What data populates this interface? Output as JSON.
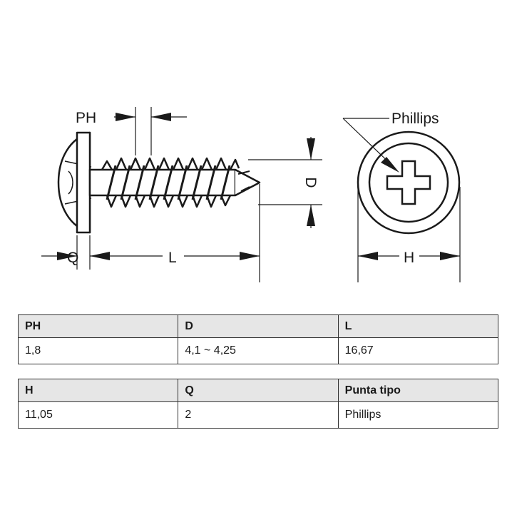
{
  "drawing": {
    "labels": {
      "ph": "PH",
      "d": "D",
      "q": "Q",
      "l": "L",
      "h": "H",
      "phillips": "Phillips"
    }
  },
  "spec_tables": [
    {
      "headers": [
        "PH",
        "D",
        "L"
      ],
      "values": [
        "1,8",
        "4,1 ~ 4,25",
        "16,67"
      ]
    },
    {
      "headers": [
        "H",
        "Q",
        "Punta tipo"
      ],
      "values": [
        "11,05",
        "2",
        "Phillips"
      ]
    }
  ]
}
